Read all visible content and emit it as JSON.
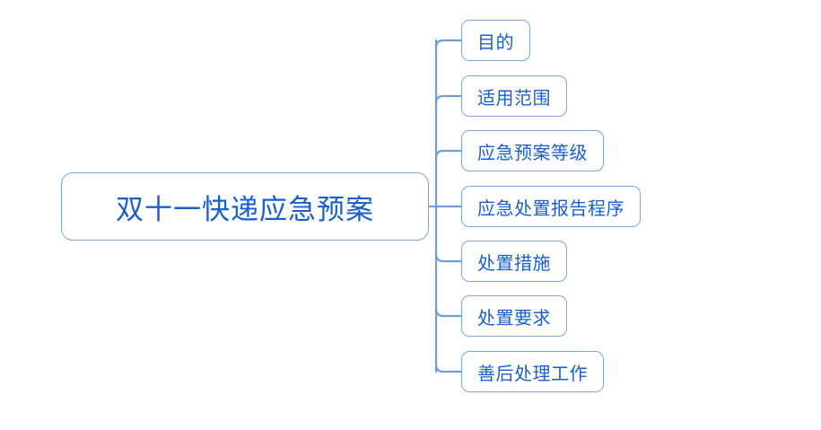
{
  "diagram": {
    "type": "mind-map",
    "title": "双十一快递应急预案",
    "orientation": "left-to-right",
    "colors": {
      "background": "#ffffff",
      "node_border": "#7ba7dd",
      "node_fill": "#ffffff",
      "text": "#1a5fd0",
      "connector": "#6f9fd8"
    },
    "root": {
      "label": "双十一快递应急预案"
    },
    "children": [
      {
        "label": "目的"
      },
      {
        "label": "适用范围"
      },
      {
        "label": "应急预案等级"
      },
      {
        "label": "应急处置报告程序"
      },
      {
        "label": "处置措施"
      },
      {
        "label": "处置要求"
      },
      {
        "label": "善后处理工作"
      }
    ]
  }
}
